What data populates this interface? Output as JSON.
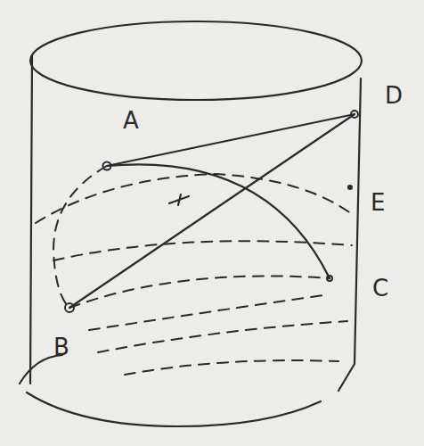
{
  "diagram": {
    "labels": [
      "A",
      "D",
      "E",
      "C",
      "B"
    ]
  }
}
